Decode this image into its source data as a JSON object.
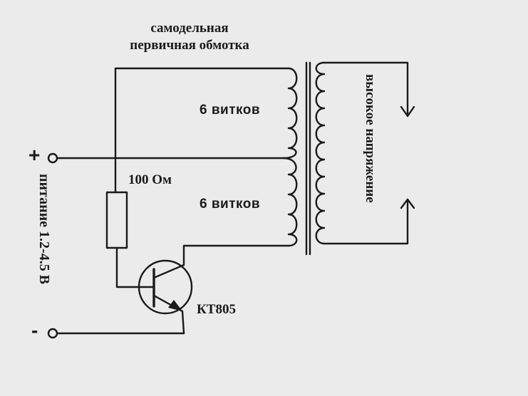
{
  "labels": {
    "primary_winding": [
      "самодельная",
      "первичная обмотка"
    ],
    "turns_upper": "6 витков",
    "turns_lower": "6 витков",
    "resistor": "100 Ом",
    "transistor": "КТ805",
    "plus": "+",
    "minus": "-",
    "power": "питание 1.2-4.5 В",
    "high_voltage": "высокое напряжение"
  },
  "colors": {
    "ink": "#1a1a1a",
    "background": "#ebebeb"
  }
}
